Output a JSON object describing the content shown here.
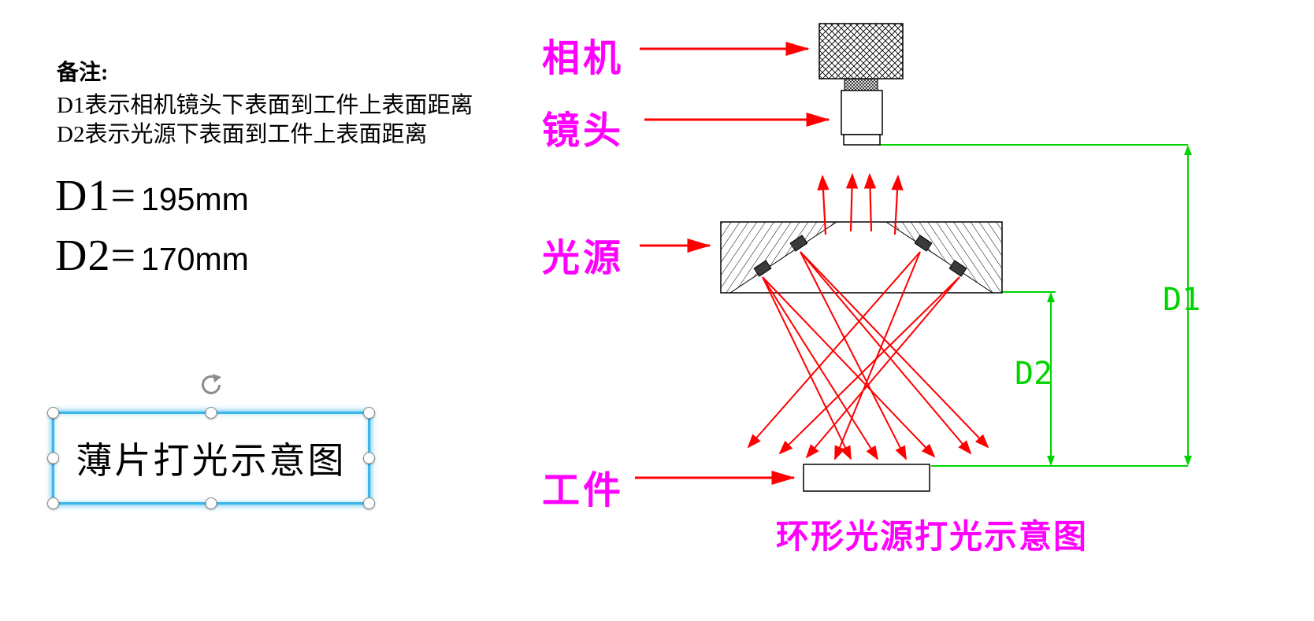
{
  "notes": {
    "heading": "备注:",
    "line1": "D1表示相机镜头下表面到工件上表面距离",
    "line2": "D2表示光源下表面到工件上表面距离"
  },
  "measurements": {
    "d1_label": "D1=",
    "d1_value": "195mm",
    "d2_label": "D2=",
    "d2_value": "170mm"
  },
  "textbox": {
    "text": "薄片打光示意图"
  },
  "diagram": {
    "camera_label": "相机",
    "lens_label": "镜头",
    "light_source_label": "光源",
    "workpiece_label": "工件",
    "caption": "环形光源打光示意图",
    "dim_d1": "D1",
    "dim_d2": "D2"
  },
  "icons": {
    "rotate_handle": "rotate-icon"
  },
  "colors": {
    "label_magenta": "#ff00ff",
    "arrow_red": "#ff0000",
    "dimension_green": "#00d300",
    "selection_blue": "#3db5ea"
  }
}
